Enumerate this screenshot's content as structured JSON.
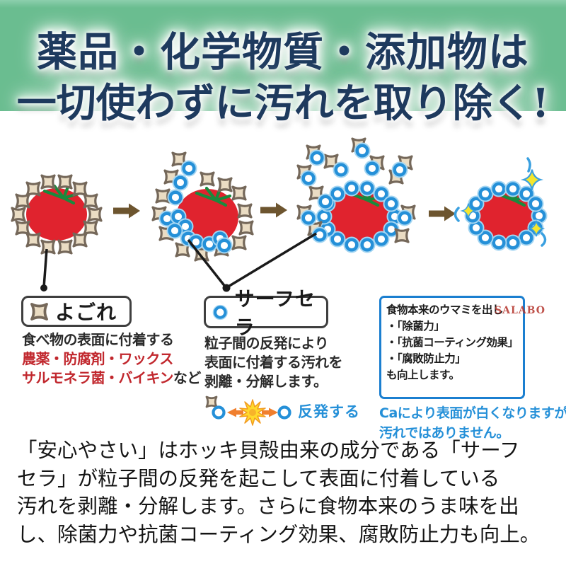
{
  "colors": {
    "header_bg": "#6abd90",
    "header_text": "#1e3a5e",
    "tomato_red": "#e0232e",
    "leaf_green": "#1a8a3d",
    "dirt_fill": "#eadcc3",
    "dirt_outline": "#75685a",
    "surfcera_blue": "#2590d8",
    "surfcera_halo": "#a5d6f2",
    "process_arrow_brown": "#6d552f",
    "warning_red_text": "#c1272d",
    "blue_box_border": "#1b7fd0",
    "repel_orange": "#f07f2e",
    "spark_yellow": "#f5e62e",
    "watermark_red": "#b5342c"
  },
  "icons": {
    "dirt-particle-icon": "four-lobed tan blob with brown outline",
    "surfcera-particle-icon": "white circle with thick blue ring",
    "process-arrow-icon": "brown right arrow",
    "sparkle-icon": "yellow four-point star",
    "repel-burst-icon": "yellow-orange starburst",
    "repel-arrow-icon": "orange outward arrow"
  },
  "header": {
    "line1": "薬品・化学物質・添加物は",
    "line2": "一切使わずに汚れを取り除く!"
  },
  "legend_dirt": {
    "title": "よごれ",
    "line1": "食べ物の表面に付着する",
    "line2": "農薬・防腐剤・ワックス",
    "line3_red": "サルモネラ菌・バイキン",
    "line3_suffix": "など"
  },
  "legend_surfcera": {
    "title": "サーフセラ",
    "line1": "粒子間の反発により",
    "line2": "表面に付着する汚れを",
    "line3": "剥離・分解します。",
    "repel_label": "反発する"
  },
  "benefit_box": {
    "intro": "食物本来のウマミを出し",
    "items": [
      "・「除菌力」",
      "・「抗菌コーティング効果」",
      "・「腐敗防止力」"
    ],
    "outro": "も向上します。",
    "watermark": "SALABO"
  },
  "ca_note": {
    "line1": "Caにより表面が白くなりますが",
    "line2": "汚れではありません。"
  },
  "paragraph": {
    "lines": [
      "「安心やさい」はホッキ貝殻由来の成分である「サーフ",
      "セラ」が粒子間の反発を起こして表面に付着している",
      "汚れを剥離・分解します。さらに食物本来のうま味を出",
      "し、除菌力や抗菌コーティング効果、腐敗防止力も向上。"
    ]
  }
}
